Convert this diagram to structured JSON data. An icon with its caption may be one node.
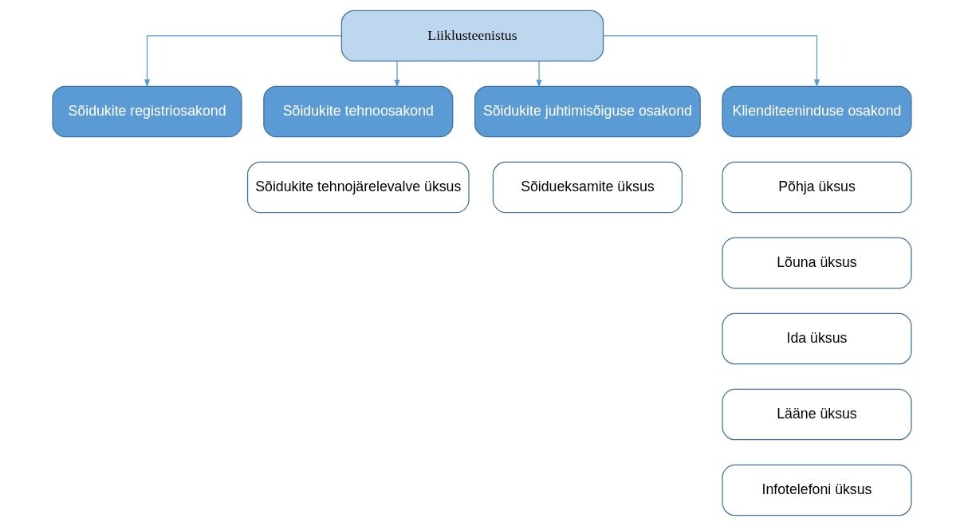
{
  "diagram": {
    "nodes": [
      {
        "text": [
          "Liiklusteenistus"
        ]
      },
      {
        "text": [
          "Sõidukite registriosakond"
        ]
      },
      {
        "text": [
          "Sõidukite tehnoosakond"
        ]
      },
      {
        "text": [
          "Sõidukite tehnojärelevalve üksus"
        ]
      },
      {
        "text": [
          "Sõidukite juhtimisõiguse osakond"
        ]
      },
      {
        "text": [
          "Sõidueksamite üksus"
        ]
      },
      {
        "text": [
          "Klienditeeninduse osakond"
        ]
      },
      {
        "text": [
          "Põhja üksus"
        ]
      },
      {
        "text": [
          "Lõuna üksus"
        ]
      },
      {
        "text": [
          "Ida üksus"
        ]
      },
      {
        "text": [
          "Lääne üksus"
        ]
      },
      {
        "text": [
          "Infotelefoni üksus"
        ]
      }
    ],
    "edges": [
      {
        "from": 0,
        "to": 1,
        "arrow": "to"
      },
      {
        "from": 0,
        "to": 2,
        "arrow": "to"
      },
      {
        "from": 0,
        "to": 4,
        "arrow": "to"
      },
      {
        "from": 0,
        "to": 6,
        "arrow": "to"
      }
    ]
  }
}
